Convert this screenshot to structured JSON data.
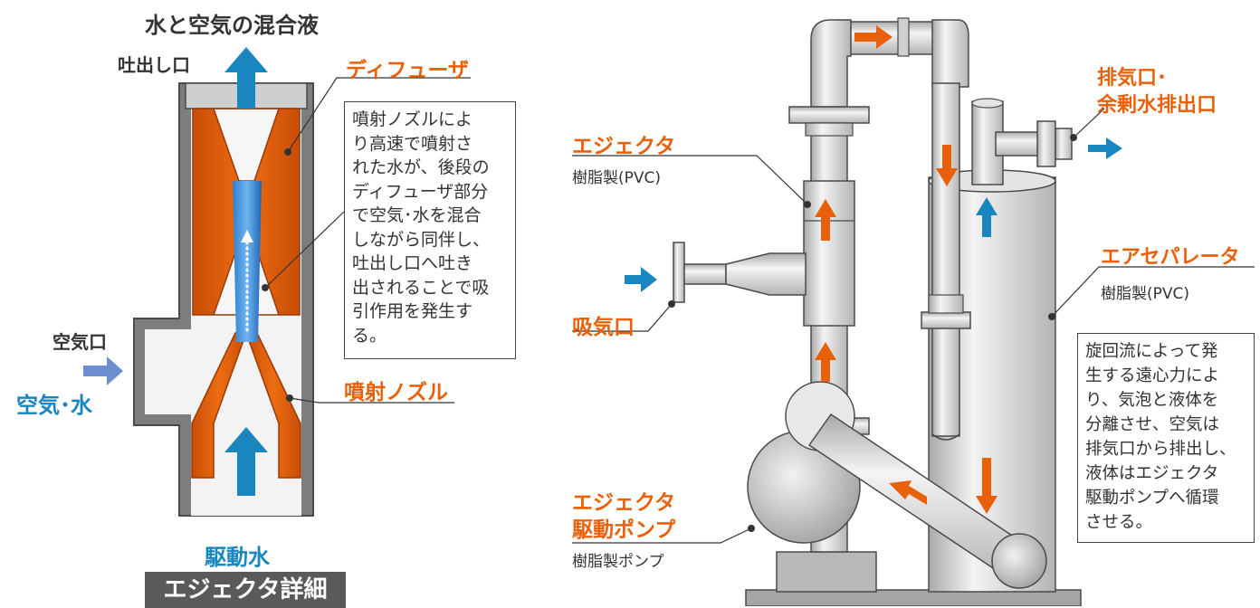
{
  "left_detail": {
    "title": "水と空気の混合液",
    "outlet_label": "吐出し口",
    "diffuser_label": "ディフューザ",
    "air_port_label": "空気口",
    "air_water_label": "空気･水",
    "nozzle_label": "噴射ノズル",
    "drive_water_label": "駆動水",
    "caption": "エジェクタ詳細",
    "note_lines": [
      "噴射ノズルによ",
      "り高速で噴射さ",
      "れた水が、後段の",
      "ディフューザ部分",
      "で空気･水を混合",
      "しながら同伴し、",
      "吐出し口へ吐き",
      "出されることで吸",
      "引作用を発生す",
      "る。"
    ]
  },
  "right_system": {
    "ejector_title": "エジェクタ",
    "ejector_sub": "樹脂製(PVC)",
    "air_inlet_label": "吸気口",
    "pump_title_line1": "エジェクタ",
    "pump_title_line2": "駆動ポンプ",
    "pump_sub": "樹脂製ポンプ",
    "exhaust_line1": "排気口･",
    "exhaust_line2": "余剰水排出口",
    "separator_title": "エアセパレータ",
    "separator_sub": "樹脂製(PVC)",
    "note_lines": [
      "旋回流によって発",
      "生する遠心力によ",
      "り、気泡と液体を",
      "分離させ、空気は",
      "排気口から排出し、",
      "液体はエジェクタ",
      "駆動ポンプへ循環",
      "させる。"
    ]
  },
  "colors": {
    "orange": "#e8610a",
    "blue": "#1a86c0",
    "light_blue": "#6c8fd0",
    "pipe_gray": "#d8d8d8",
    "outline": "#4a4a4a",
    "caption_bg": "#5a5a5a"
  }
}
